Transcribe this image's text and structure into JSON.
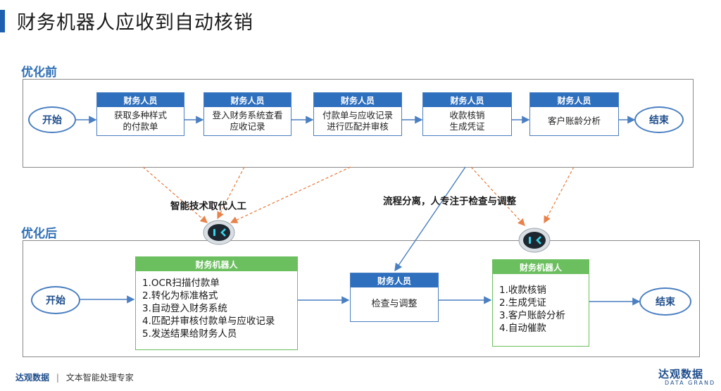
{
  "title": "财务机器人应收到自动核销",
  "before": {
    "section_label": "优化前",
    "start": "开始",
    "end": "结束",
    "steps": [
      {
        "role": "财务人员",
        "text": "获取多种样式\n的付款单"
      },
      {
        "role": "财务人员",
        "text": "登入财务系统查看\n应收记录"
      },
      {
        "role": "财务人员",
        "text": "付款单与应收记录\n进行匹配并审核"
      },
      {
        "role": "财务人员",
        "text": "收款核销\n生成凭证"
      },
      {
        "role": "财务人员",
        "text": "客户账龄分析"
      }
    ]
  },
  "annotations": {
    "replace": "智能技术取代人工",
    "separate": "流程分离，人专注于检查与调整"
  },
  "after": {
    "section_label": "优化后",
    "start": "开始",
    "end": "结束",
    "robot1": {
      "role": "财务机器人",
      "items": [
        "1.OCR扫描付款单",
        "2.转化为标准格式",
        "3.自动登入财务系统",
        "4.匹配并审核付款单与应收记录",
        "5.发送结果给财务人员"
      ]
    },
    "human": {
      "role": "财务人员",
      "text": "检查与调整"
    },
    "robot2": {
      "role": "财务机器人",
      "items": [
        "1.收款核销",
        "2.生成凭证",
        "3.客户账龄分析",
        "4.自动催款"
      ]
    }
  },
  "footer": {
    "brand": "达观数据",
    "separator": "|",
    "slogan": "文本智能处理专家",
    "logo_cn": "达观数据",
    "logo_en": "DATA GRAND"
  },
  "colors": {
    "primary_blue": "#2e6fbe",
    "robot_green": "#6bbf5e",
    "dashed_orange": "#e8824a"
  },
  "icons": [
    "robot-icon"
  ]
}
